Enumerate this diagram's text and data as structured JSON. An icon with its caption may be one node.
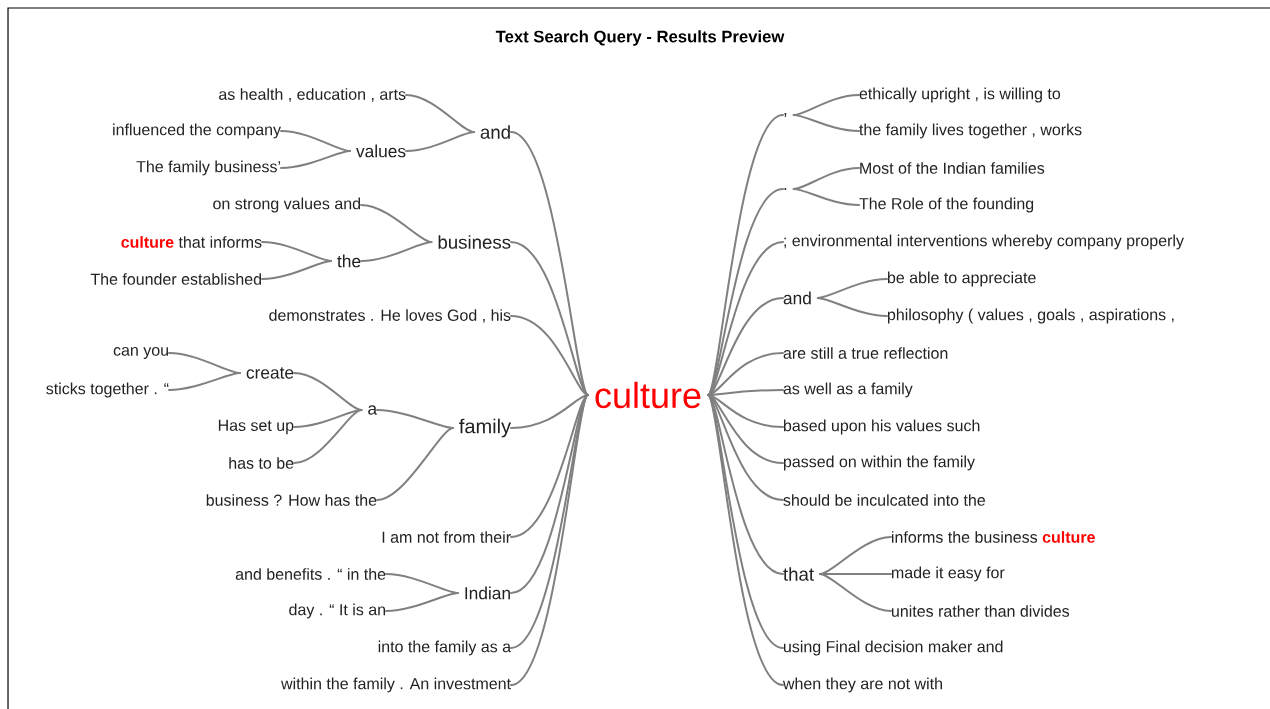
{
  "diagram": {
    "title": "Text Search Query - Results Preview",
    "nodes": [
      {
        "text": [
          "culture"
        ]
      },
      {
        "text": [
          "and"
        ]
      },
      {
        "text": [
          "values"
        ]
      },
      {
        "text": [
          "as health , education , arts"
        ]
      },
      {
        "text": [
          "influenced the company"
        ]
      },
      {
        "text": [
          "The family business’"
        ]
      },
      {
        "text": [
          "business"
        ]
      },
      {
        "text": [
          "the"
        ]
      },
      {
        "text": [
          "on strong values and"
        ]
      },
      {
        "text": [
          "**culture** that informs"
        ]
      },
      {
        "text": [
          "The founder established"
        ]
      },
      {
        "text": [
          "demonstrates . He loves God , his"
        ]
      },
      {
        "text": [
          "family"
        ]
      },
      {
        "text": [
          "a"
        ]
      },
      {
        "text": [
          "create"
        ]
      },
      {
        "text": [
          "can you"
        ]
      },
      {
        "text": [
          "sticks together . “"
        ]
      },
      {
        "text": [
          "Has set up"
        ]
      },
      {
        "text": [
          "has to be"
        ]
      },
      {
        "text": [
          "business ? How has the"
        ]
      },
      {
        "text": [
          "I am not from their"
        ]
      },
      {
        "text": [
          "Indian"
        ]
      },
      {
        "text": [
          "and benefits . “ in the"
        ]
      },
      {
        "text": [
          "day . “ It is an"
        ]
      },
      {
        "text": [
          "into the family as a"
        ]
      },
      {
        "text": [
          "within the family . An investment"
        ]
      },
      {
        "text": [
          ","
        ]
      },
      {
        "text": [
          "ethically upright , is willing to"
        ]
      },
      {
        "text": [
          "the family lives together , works"
        ]
      },
      {
        "text": [
          "."
        ]
      },
      {
        "text": [
          "Most of the Indian families"
        ]
      },
      {
        "text": [
          "The Role of the founding"
        ]
      },
      {
        "text": [
          "; environmental interventions whereby company properly"
        ]
      },
      {
        "text": [
          "and"
        ]
      },
      {
        "text": [
          "be able to appreciate"
        ]
      },
      {
        "text": [
          "philosophy ( values , goals , aspirations ,"
        ]
      },
      {
        "text": [
          "are still a true reflection"
        ]
      },
      {
        "text": [
          "as well as a family"
        ]
      },
      {
        "text": [
          "based upon his values such"
        ]
      },
      {
        "text": [
          "passed on within the family"
        ]
      },
      {
        "text": [
          "should be inculcated into the"
        ]
      },
      {
        "text": [
          "that"
        ]
      },
      {
        "text": [
          "informs the business **culture**"
        ]
      },
      {
        "text": [
          "made it easy for"
        ]
      },
      {
        "text": [
          "unites rather than divides"
        ]
      },
      {
        "text": [
          "using Final decision maker and"
        ]
      },
      {
        "text": [
          "when they are not with"
        ]
      }
    ],
    "edges": [
      {
        "from": 0,
        "to": 1,
        "arrow": "none"
      },
      {
        "from": 1,
        "to": 3,
        "arrow": "none"
      },
      {
        "from": 1,
        "to": 2,
        "arrow": "none"
      },
      {
        "from": 2,
        "to": 4,
        "arrow": "none"
      },
      {
        "from": 2,
        "to": 5,
        "arrow": "none"
      },
      {
        "from": 0,
        "to": 6,
        "arrow": "none"
      },
      {
        "from": 6,
        "to": 8,
        "arrow": "none"
      },
      {
        "from": 6,
        "to": 7,
        "arrow": "none"
      },
      {
        "from": 7,
        "to": 9,
        "arrow": "none"
      },
      {
        "from": 7,
        "to": 10,
        "arrow": "none"
      },
      {
        "from": 0,
        "to": 11,
        "arrow": "none"
      },
      {
        "from": 0,
        "to": 12,
        "arrow": "none"
      },
      {
        "from": 12,
        "to": 13,
        "arrow": "none"
      },
      {
        "from": 13,
        "to": 14,
        "arrow": "none"
      },
      {
        "from": 14,
        "to": 15,
        "arrow": "none"
      },
      {
        "from": 14,
        "to": 16,
        "arrow": "none"
      },
      {
        "from": 13,
        "to": 17,
        "arrow": "none"
      },
      {
        "from": 13,
        "to": 18,
        "arrow": "none"
      },
      {
        "from": 12,
        "to": 19,
        "arrow": "none"
      },
      {
        "from": 0,
        "to": 20,
        "arrow": "none"
      },
      {
        "from": 0,
        "to": 21,
        "arrow": "none"
      },
      {
        "from": 21,
        "to": 22,
        "arrow": "none"
      },
      {
        "from": 21,
        "to": 23,
        "arrow": "none"
      },
      {
        "from": 0,
        "to": 24,
        "arrow": "none"
      },
      {
        "from": 0,
        "to": 25,
        "arrow": "none"
      },
      {
        "from": 0,
        "to": 26,
        "arrow": "none"
      },
      {
        "from": 26,
        "to": 27,
        "arrow": "none"
      },
      {
        "from": 26,
        "to": 28,
        "arrow": "none"
      },
      {
        "from": 0,
        "to": 29,
        "arrow": "none"
      },
      {
        "from": 29,
        "to": 30,
        "arrow": "none"
      },
      {
        "from": 29,
        "to": 31,
        "arrow": "none"
      },
      {
        "from": 0,
        "to": 32,
        "arrow": "none"
      },
      {
        "from": 0,
        "to": 33,
        "arrow": "none"
      },
      {
        "from": 33,
        "to": 34,
        "arrow": "none"
      },
      {
        "from": 33,
        "to": 35,
        "arrow": "none"
      },
      {
        "from": 0,
        "to": 36,
        "arrow": "none"
      },
      {
        "from": 0,
        "to": 37,
        "arrow": "none"
      },
      {
        "from": 0,
        "to": 38,
        "arrow": "none"
      },
      {
        "from": 0,
        "to": 39,
        "arrow": "none"
      },
      {
        "from": 0,
        "to": 40,
        "arrow": "none"
      },
      {
        "from": 0,
        "to": 41,
        "arrow": "none"
      },
      {
        "from": 41,
        "to": 42,
        "arrow": "none"
      },
      {
        "from": 41,
        "to": 43,
        "arrow": "none"
      },
      {
        "from": 41,
        "to": 44,
        "arrow": "none"
      },
      {
        "from": 0,
        "to": 45,
        "arrow": "none"
      },
      {
        "from": 0,
        "to": 46,
        "arrow": "none"
      }
    ]
  }
}
